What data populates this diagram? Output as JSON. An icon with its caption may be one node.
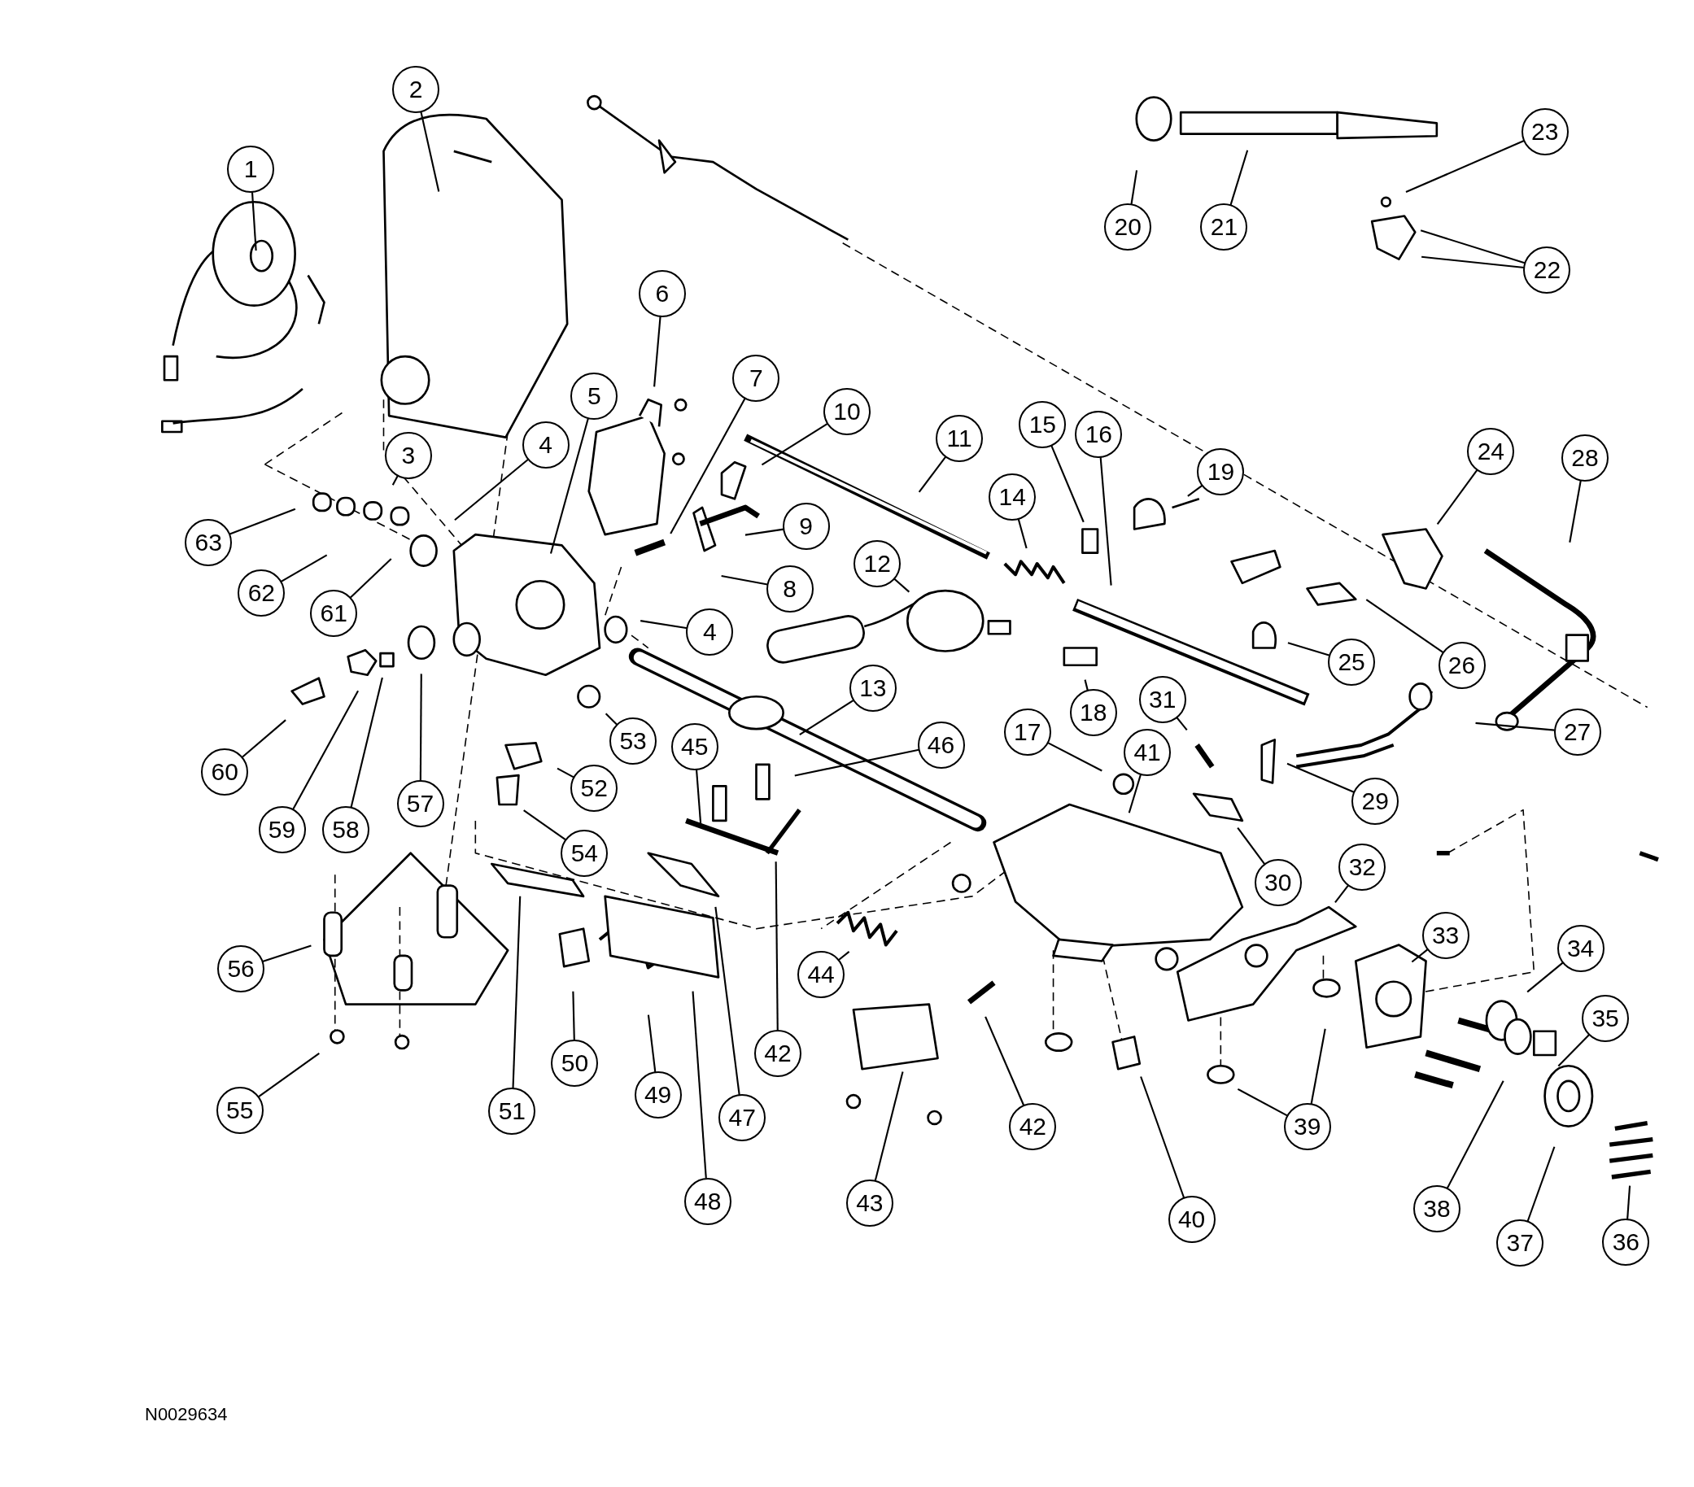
{
  "diagram": {
    "nodes": [
      {
        "text": [
          "1"
        ]
      },
      {
        "text": [
          "2"
        ]
      },
      {
        "text": [
          "3"
        ]
      },
      {
        "text": [
          "4"
        ]
      },
      {
        "text": [
          "4"
        ]
      },
      {
        "text": [
          "5"
        ]
      },
      {
        "text": [
          "6"
        ]
      },
      {
        "text": [
          "7"
        ]
      },
      {
        "text": [
          "8"
        ]
      },
      {
        "text": [
          "9"
        ]
      },
      {
        "text": [
          "10"
        ]
      },
      {
        "text": [
          "11"
        ]
      },
      {
        "text": [
          "12"
        ]
      },
      {
        "text": [
          "13"
        ]
      },
      {
        "text": [
          "14"
        ]
      },
      {
        "text": [
          "15"
        ]
      },
      {
        "text": [
          "16"
        ]
      },
      {
        "text": [
          "17"
        ]
      },
      {
        "text": [
          "18"
        ]
      },
      {
        "text": [
          "19"
        ]
      },
      {
        "text": [
          "20"
        ]
      },
      {
        "text": [
          "21"
        ]
      },
      {
        "text": [
          "22"
        ]
      },
      {
        "text": [
          "23"
        ]
      },
      {
        "text": [
          "24"
        ]
      },
      {
        "text": [
          "25"
        ]
      },
      {
        "text": [
          "26"
        ]
      },
      {
        "text": [
          "27"
        ]
      },
      {
        "text": [
          "28"
        ]
      },
      {
        "text": [
          "29"
        ]
      },
      {
        "text": [
          "30"
        ]
      },
      {
        "text": [
          "31"
        ]
      },
      {
        "text": [
          "32"
        ]
      },
      {
        "text": [
          "33"
        ]
      },
      {
        "text": [
          "34"
        ]
      },
      {
        "text": [
          "35"
        ]
      },
      {
        "text": [
          "36"
        ]
      },
      {
        "text": [
          "37"
        ]
      },
      {
        "text": [
          "38"
        ]
      },
      {
        "text": [
          "39"
        ]
      },
      {
        "text": [
          "40"
        ]
      },
      {
        "text": [
          "41"
        ]
      },
      {
        "text": [
          "42"
        ]
      },
      {
        "text": [
          "42"
        ]
      },
      {
        "text": [
          "43"
        ]
      },
      {
        "text": [
          "44"
        ]
      },
      {
        "text": [
          "45"
        ]
      },
      {
        "text": [
          "46"
        ]
      },
      {
        "text": [
          "47"
        ]
      },
      {
        "text": [
          "48"
        ]
      },
      {
        "text": [
          "49"
        ]
      },
      {
        "text": [
          "50"
        ]
      },
      {
        "text": [
          "51"
        ]
      },
      {
        "text": [
          "52"
        ]
      },
      {
        "text": [
          "53"
        ]
      },
      {
        "text": [
          "54"
        ]
      },
      {
        "text": [
          "55"
        ]
      },
      {
        "text": [
          "56"
        ]
      },
      {
        "text": [
          "57"
        ]
      },
      {
        "text": [
          "58"
        ]
      },
      {
        "text": [
          "59"
        ]
      },
      {
        "text": [
          "60"
        ]
      },
      {
        "text": [
          "61"
        ]
      },
      {
        "text": [
          "62"
        ]
      },
      {
        "text": [
          "63"
        ]
      }
    ],
    "edges": [
      {
        "from": 0,
        "to": null,
        "arrow": "none"
      },
      {
        "from": 1,
        "to": null,
        "arrow": "none"
      },
      {
        "from": 2,
        "to": null,
        "arrow": "none"
      },
      {
        "from": 3,
        "to": null,
        "arrow": "none"
      },
      {
        "from": 4,
        "to": null,
        "arrow": "none"
      },
      {
        "from": 5,
        "to": null,
        "arrow": "none"
      },
      {
        "from": 6,
        "to": null,
        "arrow": "none"
      },
      {
        "from": 7,
        "to": null,
        "arrow": "none"
      },
      {
        "from": 8,
        "to": null,
        "arrow": "none"
      },
      {
        "from": 9,
        "to": null,
        "arrow": "none"
      },
      {
        "from": 10,
        "to": null,
        "arrow": "none"
      },
      {
        "from": 11,
        "to": null,
        "arrow": "none"
      },
      {
        "from": 12,
        "to": null,
        "arrow": "none"
      },
      {
        "from": 13,
        "to": null,
        "arrow": "none"
      },
      {
        "from": 14,
        "to": null,
        "arrow": "none"
      },
      {
        "from": 15,
        "to": null,
        "arrow": "none"
      },
      {
        "from": 16,
        "to": null,
        "arrow": "none"
      },
      {
        "from": 17,
        "to": null,
        "arrow": "none"
      },
      {
        "from": 18,
        "to": null,
        "arrow": "none"
      },
      {
        "from": 19,
        "to": null,
        "arrow": "none"
      },
      {
        "from": 20,
        "to": null,
        "arrow": "none"
      },
      {
        "from": 21,
        "to": null,
        "arrow": "none"
      },
      {
        "from": 22,
        "to": null,
        "arrow": "none"
      },
      {
        "from": 22,
        "to": null,
        "arrow": "none"
      },
      {
        "from": 23,
        "to": null,
        "arrow": "none"
      },
      {
        "from": 24,
        "to": null,
        "arrow": "none"
      },
      {
        "from": 25,
        "to": null,
        "arrow": "none"
      },
      {
        "from": 26,
        "to": null,
        "arrow": "none"
      },
      {
        "from": 27,
        "to": null,
        "arrow": "none"
      },
      {
        "from": 28,
        "to": null,
        "arrow": "none"
      },
      {
        "from": 29,
        "to": null,
        "arrow": "none"
      },
      {
        "from": 30,
        "to": null,
        "arrow": "none"
      },
      {
        "from": 31,
        "to": null,
        "arrow": "none"
      },
      {
        "from": 32,
        "to": null,
        "arrow": "none"
      },
      {
        "from": 33,
        "to": null,
        "arrow": "none"
      },
      {
        "from": 34,
        "to": null,
        "arrow": "none"
      },
      {
        "from": 35,
        "to": null,
        "arrow": "none"
      },
      {
        "from": 36,
        "to": null,
        "arrow": "none"
      },
      {
        "from": 37,
        "to": null,
        "arrow": "none"
      },
      {
        "from": 38,
        "to": null,
        "arrow": "none"
      },
      {
        "from": 39,
        "to": null,
        "arrow": "none"
      },
      {
        "from": 39,
        "to": null,
        "arrow": "none"
      },
      {
        "from": 40,
        "to": null,
        "arrow": "none"
      },
      {
        "from": 41,
        "to": null,
        "arrow": "none"
      },
      {
        "from": 42,
        "to": null,
        "arrow": "none"
      },
      {
        "from": 43,
        "to": null,
        "arrow": "none"
      },
      {
        "from": 44,
        "to": null,
        "arrow": "none"
      },
      {
        "from": 45,
        "to": null,
        "arrow": "none"
      },
      {
        "from": 46,
        "to": null,
        "arrow": "none"
      },
      {
        "from": 47,
        "to": null,
        "arrow": "none"
      },
      {
        "from": 48,
        "to": null,
        "arrow": "none"
      },
      {
        "from": 49,
        "to": null,
        "arrow": "none"
      },
      {
        "from": 50,
        "to": null,
        "arrow": "none"
      },
      {
        "from": 51,
        "to": null,
        "arrow": "none"
      },
      {
        "from": 52,
        "to": null,
        "arrow": "none"
      },
      {
        "from": 53,
        "to": null,
        "arrow": "none"
      },
      {
        "from": 54,
        "to": null,
        "arrow": "none"
      },
      {
        "from": 55,
        "to": null,
        "arrow": "none"
      },
      {
        "from": 56,
        "to": null,
        "arrow": "none"
      },
      {
        "from": 57,
        "to": null,
        "arrow": "none"
      },
      {
        "from": 58,
        "to": null,
        "arrow": "none"
      },
      {
        "from": 59,
        "to": null,
        "arrow": "none"
      },
      {
        "from": 60,
        "to": null,
        "arrow": "none"
      },
      {
        "from": 61,
        "to": null,
        "arrow": "none"
      },
      {
        "from": 62,
        "to": null,
        "arrow": "none"
      },
      {
        "from": 63,
        "to": null,
        "arrow": "none"
      },
      {
        "from": 64,
        "to": null,
        "arrow": "none"
      }
    ],
    "labels": [
      "N0029634"
    ]
  }
}
